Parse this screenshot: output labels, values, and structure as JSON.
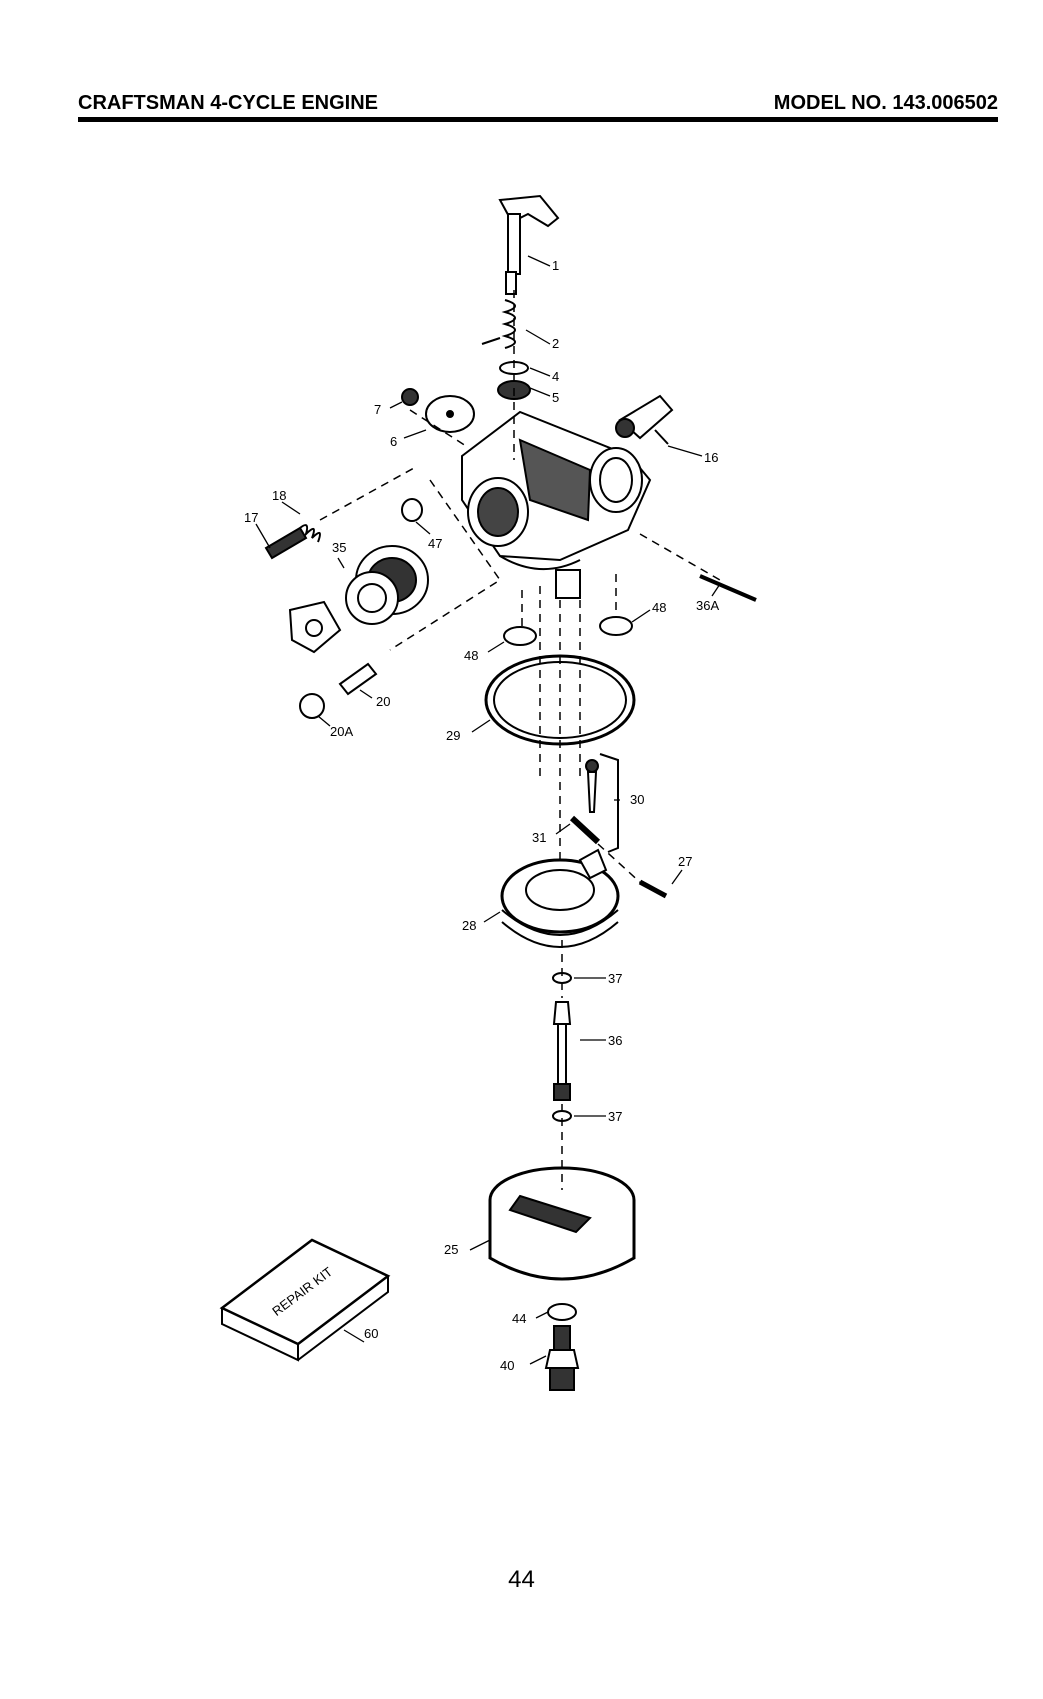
{
  "header": {
    "title": "CRAFTSMAN 4-CYCLE ENGINE",
    "model": "MODEL NO. 143.006502"
  },
  "repair_kit_label": "REPAIR KIT",
  "callouts": [
    "1",
    "2",
    "4",
    "5",
    "7",
    "6",
    "16",
    "18",
    "17",
    "47",
    "35",
    "36A",
    "48",
    "48",
    "20",
    "20A",
    "29",
    "30",
    "31",
    "27",
    "28",
    "37",
    "36",
    "37",
    "25",
    "44",
    "40",
    "60"
  ],
  "page_number": "44"
}
